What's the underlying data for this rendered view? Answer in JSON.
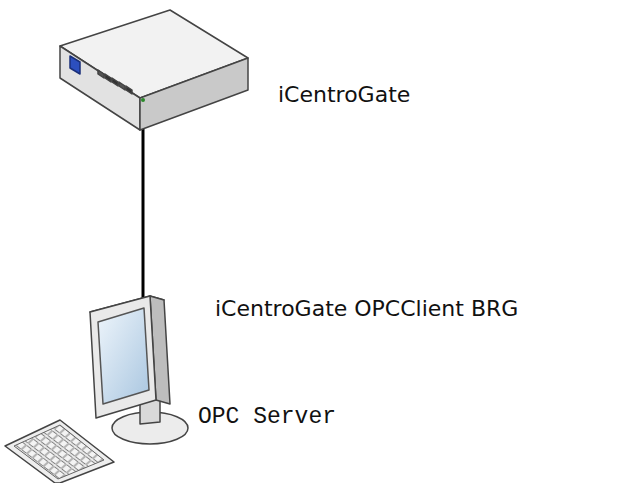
{
  "diagram": {
    "labels": [
      "iCentroGate",
      "iCentroGate OPCClient BRG",
      "OPC Server"
    ]
  }
}
